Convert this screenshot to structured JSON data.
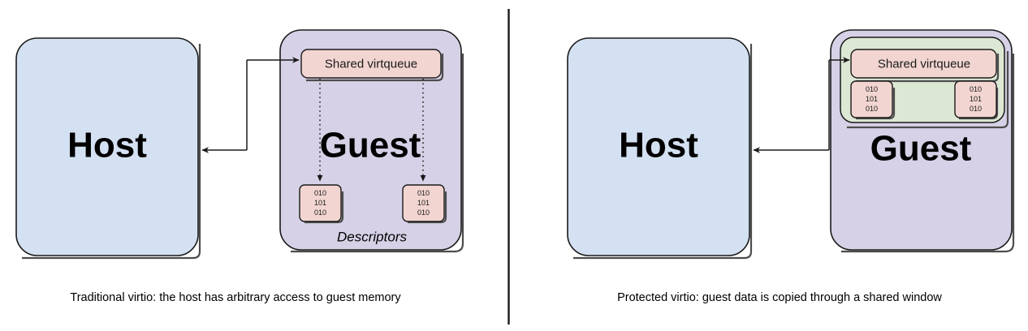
{
  "figure": {
    "type": "diagram",
    "title": "Traditional vs protected virtio memory access",
    "divider": {
      "orientation": "vertical",
      "color": "#1a1a1a"
    },
    "colors": {
      "host_fill": "#d4e1f2",
      "guest_fill": "#d6d1e6",
      "virtqueue_fill": "#f2d5d1",
      "descriptor_fill": "#f2d5d1",
      "shared_window_fill": "#dde8d4",
      "stroke": "#1a1a1a",
      "shadow": "#4d4d4d",
      "text": "#000000",
      "background": "#ffffff"
    }
  },
  "panels": [
    {
      "id": "traditional",
      "caption": "Traditional virtio: the host has arbitrary access to guest memory",
      "host": {
        "label": "Host"
      },
      "guest": {
        "label": "Guest",
        "virtqueue": {
          "label": "Shared virtqueue"
        },
        "descriptors_label": "Descriptors",
        "descriptors": [
          {
            "lines": [
              "010",
              "101",
              "010"
            ]
          },
          {
            "lines": [
              "010",
              "101",
              "010"
            ]
          }
        ],
        "shared_window": null
      },
      "connector": {
        "kind": "double-headed-elbow",
        "from": "Host",
        "to": "Shared virtqueue"
      },
      "dotted_links": [
        {
          "from": "Shared virtqueue",
          "to": "descriptor-1"
        },
        {
          "from": "Shared virtqueue",
          "to": "descriptor-2"
        }
      ]
    },
    {
      "id": "protected",
      "caption": "Protected virtio: guest data is copied through a shared window",
      "host": {
        "label": "Host"
      },
      "guest": {
        "label": "Guest",
        "virtqueue": {
          "label": "Shared virtqueue"
        },
        "descriptors_label": null,
        "descriptors": [
          {
            "lines": [
              "010",
              "101",
              "010"
            ]
          },
          {
            "lines": [
              "010",
              "101",
              "010"
            ]
          }
        ],
        "shared_window": {
          "label": ""
        }
      },
      "connector": {
        "kind": "double-headed-elbow",
        "from": "Host",
        "to": "Shared virtqueue"
      },
      "dotted_links": []
    }
  ]
}
